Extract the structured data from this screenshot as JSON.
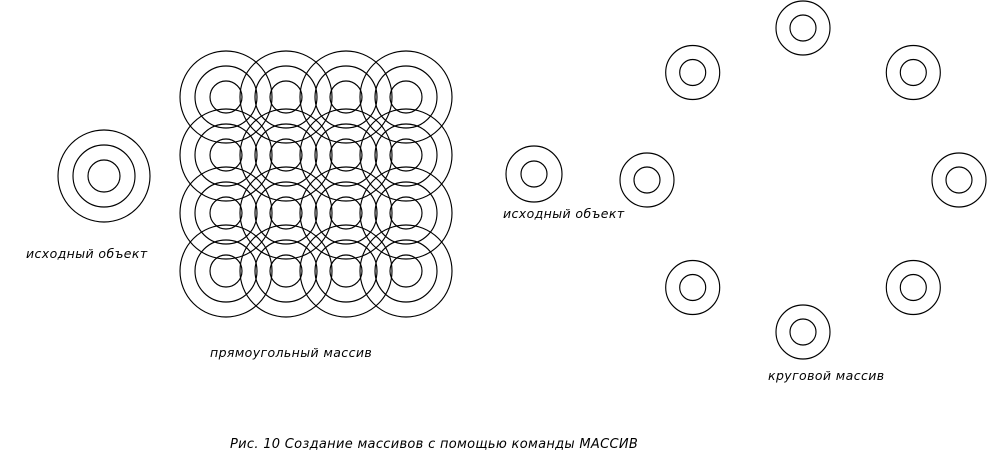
{
  "figure": {
    "caption": "Рис. 10 Создание массивов с помощью команды МАССИВ"
  },
  "rectangular_example": {
    "source_label": "исходный объект",
    "array_label": "прямоугольный массив",
    "rows": 4,
    "columns": 4
  },
  "polar_example": {
    "source_label": "исходный объект",
    "array_label": "круговой массив",
    "items": 8
  },
  "colors": {
    "background": "#ffffff",
    "stroke": "#000000"
  }
}
